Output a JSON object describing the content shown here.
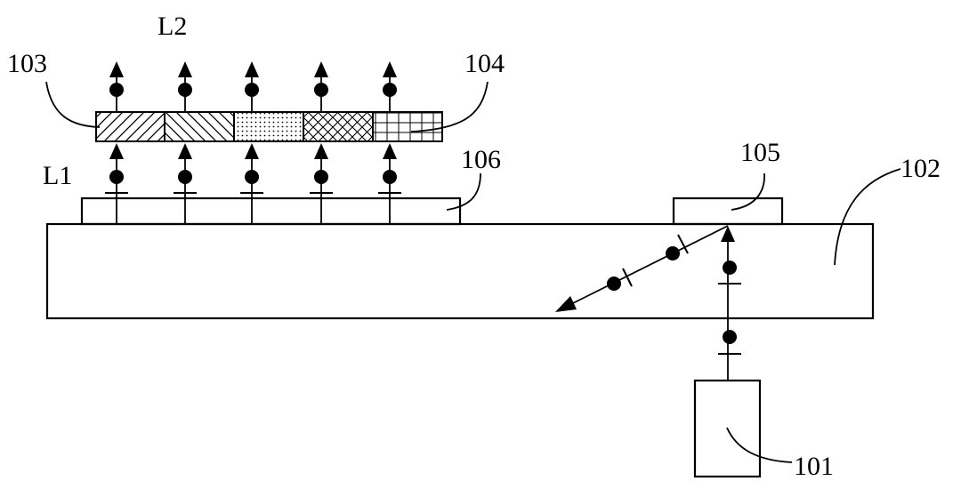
{
  "diagram": {
    "labels": {
      "l2": "L2",
      "l1": "L1",
      "ref_103": "103",
      "ref_104": "104",
      "ref_106": "106",
      "ref_105": "105",
      "ref_102": "102",
      "ref_101": "101"
    },
    "filter_segments": [
      "diagonal-hatch",
      "reverse-hatch",
      "dots",
      "crosshatch",
      "grid"
    ],
    "colors": {
      "ink": "#000000",
      "background": "#ffffff"
    }
  }
}
